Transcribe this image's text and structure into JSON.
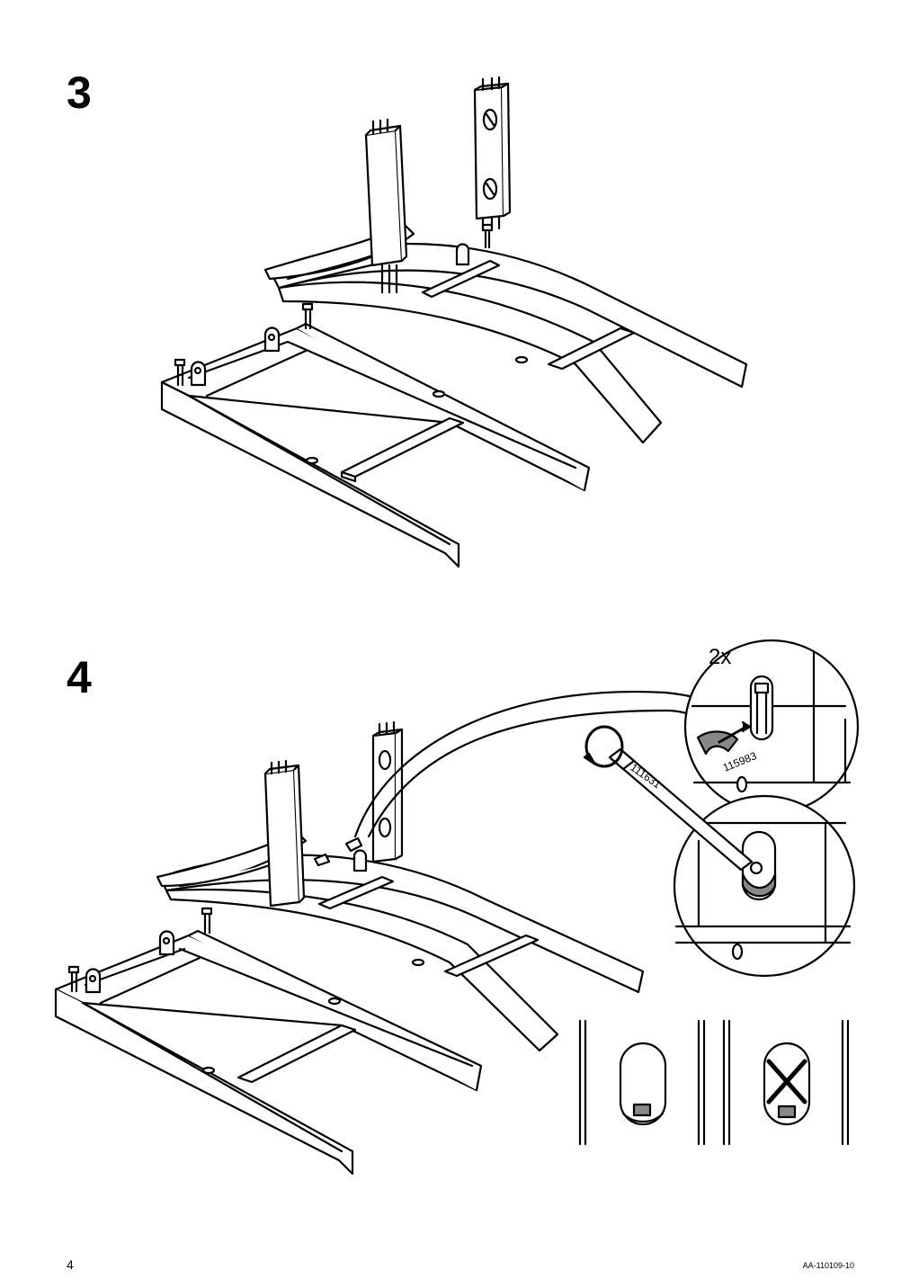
{
  "steps": [
    {
      "number": "3"
    },
    {
      "number": "4",
      "callout_quantity": "2x",
      "part_number": "115983",
      "tool_number": "111631"
    }
  ],
  "footer": {
    "page_number": "4",
    "doc_code": "AA-110109-10"
  },
  "icons": [
    "chair-frame-illustration",
    "allen-key-icon",
    "rotate-arrow-icon",
    "correct-icon",
    "incorrect-icon"
  ]
}
